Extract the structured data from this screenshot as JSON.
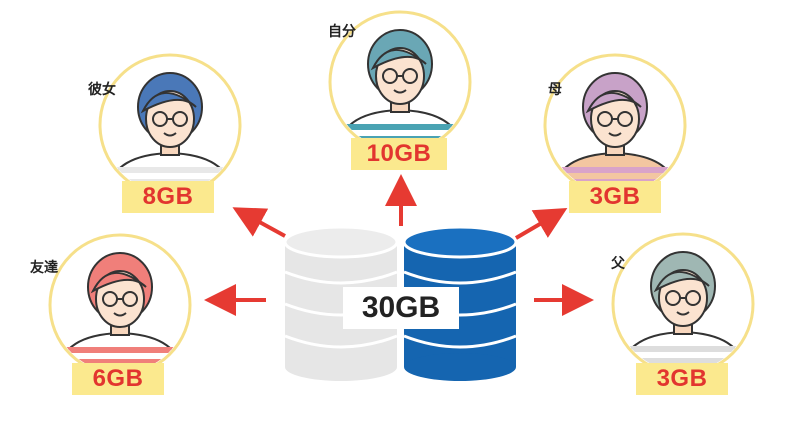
{
  "total": "30GB",
  "people": [
    {
      "id": "self",
      "label": "自分",
      "amount": "10GB",
      "hair": "#6aa7b5",
      "shirt": "#ffffff",
      "stripe": "#4aa3b3"
    },
    {
      "id": "girlfriend",
      "label": "彼女",
      "amount": "8GB",
      "hair": "#4a78b8",
      "shirt": "#ffffff",
      "stripe": "#e8e8e8"
    },
    {
      "id": "mother",
      "label": "母",
      "amount": "3GB",
      "hair": "#c8a2c8",
      "shirt": "#f3c6a1",
      "stripe": "#d9a3c9"
    },
    {
      "id": "friend",
      "label": "友達",
      "amount": "6GB",
      "hair": "#f07f7a",
      "shirt": "#ffffff",
      "stripe": "#f07f7a"
    },
    {
      "id": "father",
      "label": "父",
      "amount": "3GB",
      "hair": "#9fb7b3",
      "shirt": "#ffffff",
      "stripe": "#dddddd"
    }
  ],
  "colors": {
    "circle_border": "#f6e08a",
    "badge_bg": "#fbe98e",
    "badge_text": "#e2352f",
    "arrow": "#e63a32",
    "db_gray": "#e6e6e6",
    "db_blue": "#1565b0"
  }
}
